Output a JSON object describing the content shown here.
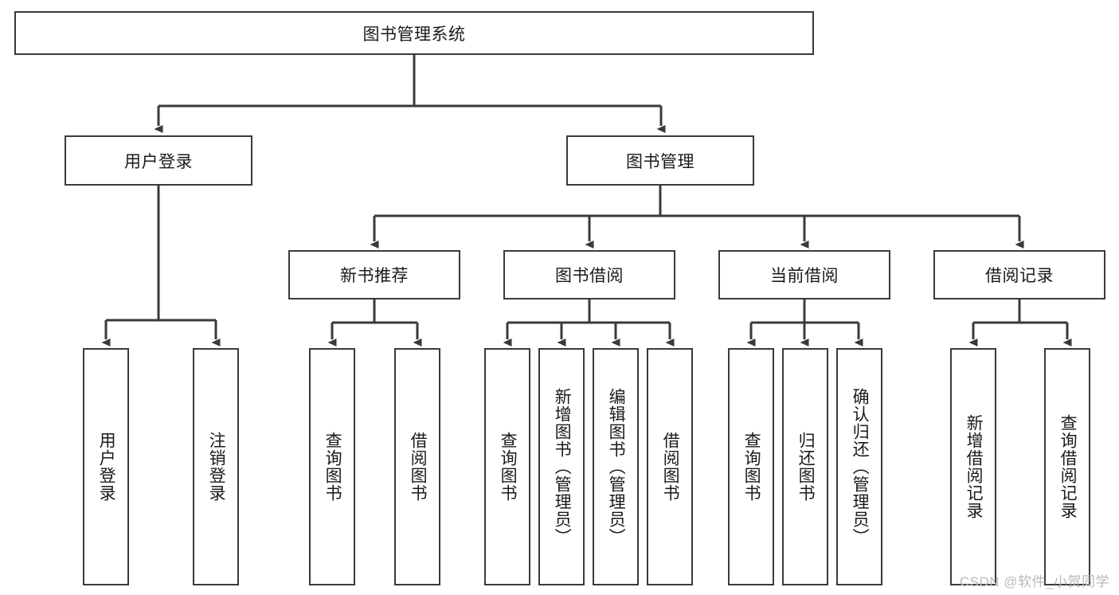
{
  "diagram": {
    "title": "图书管理系统",
    "type": "hierarchy-tree",
    "root": {
      "id": "root",
      "label": "图书管理系统"
    },
    "level2": [
      {
        "id": "user-login",
        "label": "用户登录"
      },
      {
        "id": "book-manage",
        "label": "图书管理"
      }
    ],
    "level3": [
      {
        "id": "new-book-recommend",
        "label": "新书推荐",
        "parent": "book-manage"
      },
      {
        "id": "book-borrow",
        "label": "图书借阅",
        "parent": "book-manage"
      },
      {
        "id": "current-borrow",
        "label": "当前借阅",
        "parent": "book-manage"
      },
      {
        "id": "borrow-record",
        "label": "借阅记录",
        "parent": "book-manage"
      }
    ],
    "leaves": [
      {
        "id": "leaf-user-login",
        "label": "用户登录",
        "parent": "user-login"
      },
      {
        "id": "leaf-user-logout",
        "label": "注销登录",
        "parent": "user-login"
      },
      {
        "id": "leaf-query-book-1",
        "label": "查询图书",
        "parent": "new-book-recommend"
      },
      {
        "id": "leaf-borrow-book-1",
        "label": "借阅图书",
        "parent": "new-book-recommend"
      },
      {
        "id": "leaf-query-book-2",
        "label": "查询图书",
        "parent": "book-borrow"
      },
      {
        "id": "leaf-add-book",
        "label": "新增图书（管理员）",
        "parent": "book-borrow"
      },
      {
        "id": "leaf-edit-book",
        "label": "编辑图书（管理员）",
        "parent": "book-borrow"
      },
      {
        "id": "leaf-borrow-book-2",
        "label": "借阅图书",
        "parent": "book-borrow"
      },
      {
        "id": "leaf-query-book-3",
        "label": "查询图书",
        "parent": "current-borrow"
      },
      {
        "id": "leaf-return-book",
        "label": "归还图书",
        "parent": "current-borrow"
      },
      {
        "id": "leaf-confirm-return",
        "label": "确认归还（管理员）",
        "parent": "current-borrow"
      },
      {
        "id": "leaf-add-record",
        "label": "新增借阅记录",
        "parent": "borrow-record"
      },
      {
        "id": "leaf-query-record",
        "label": "查询借阅记录",
        "parent": "borrow-record"
      }
    ],
    "watermark": "CSDN @软件_小贺同学",
    "colors": {
      "stroke": "#3a3a3a",
      "background": "#ffffff",
      "text": "#1a1a1a",
      "watermark": "#b9b9b9"
    }
  }
}
